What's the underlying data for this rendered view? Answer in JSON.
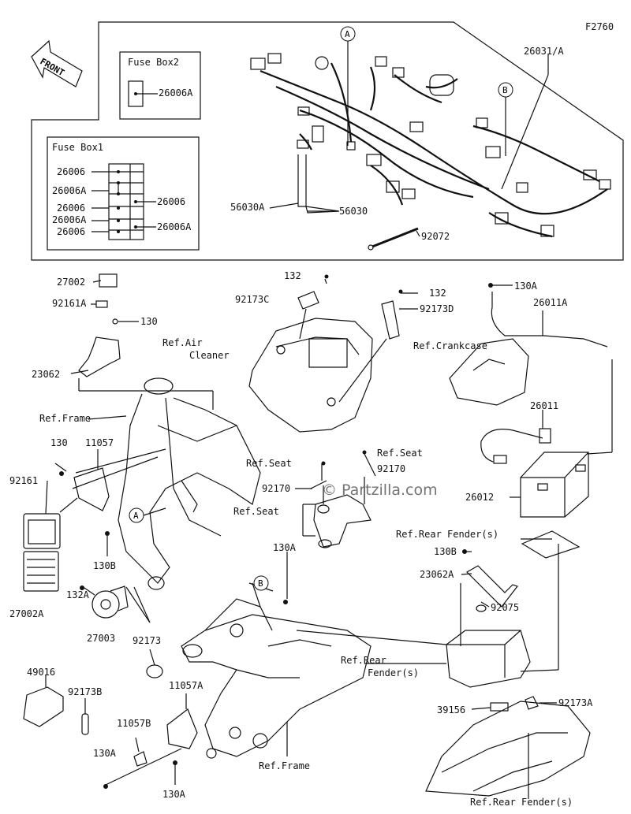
{
  "figure_code": "F2760",
  "watermark": "© Partzilla.com",
  "front_label": "FRONT",
  "fuse_box2": {
    "title": "Fuse Box2",
    "part": "26006A"
  },
  "fuse_box1": {
    "title": "Fuse Box1",
    "left_parts": [
      "26006",
      "26006A",
      "26006",
      "26006A",
      "26006"
    ],
    "right_parts": [
      "26006",
      "26006A"
    ]
  },
  "callouts": {
    "a": "A",
    "b": "B"
  },
  "parts": {
    "p26031A": "26031/A",
    "p56030A": "56030A",
    "p56030": "56030",
    "p92072": "92072",
    "p27002": "27002",
    "p92161A": "92161A",
    "p130_top": "130",
    "p23062": "23062",
    "p132_top": "132",
    "p92173C": "92173C",
    "p132_mid": "132",
    "p92173D": "92173D",
    "p130A_top": "130A",
    "p26011A": "26011A",
    "p26011": "26011",
    "p26012": "26012",
    "p130_left": "130",
    "p11057": "11057",
    "p92161": "92161",
    "p130B_left": "130B",
    "p27002A": "27002A",
    "p132A": "132A",
    "p27003": "27003",
    "p92170_top": "92170",
    "p92170_left": "92170",
    "p130A_mid": "130A",
    "p130B_right": "130B",
    "p23062A": "23062A",
    "p92075": "92075",
    "p92173": "92173",
    "p49016": "49016",
    "p92173B": "92173B",
    "p11057A": "11057A",
    "p11057B": "11057B",
    "p130A_left": "130A",
    "p130A_bottom": "130A",
    "p39156": "39156",
    "p92173A": "92173A"
  },
  "refs": {
    "air_cleaner_1": "Ref.Air",
    "air_cleaner_2": "Cleaner",
    "crankcase": "Ref.Crankcase",
    "frame_top": "Ref.Frame",
    "seat_1": "Ref.Seat",
    "seat_2": "Ref.Seat",
    "seat_3": "Ref.Seat",
    "rear_fender_1": "Ref.Rear Fender(s)",
    "rear_fender_mid_1": "Ref.Rear",
    "rear_fender_mid_2": "Fender(s)",
    "frame_bottom": "Ref.Frame",
    "rear_fender_bottom": "Ref.Rear Fender(s)"
  }
}
